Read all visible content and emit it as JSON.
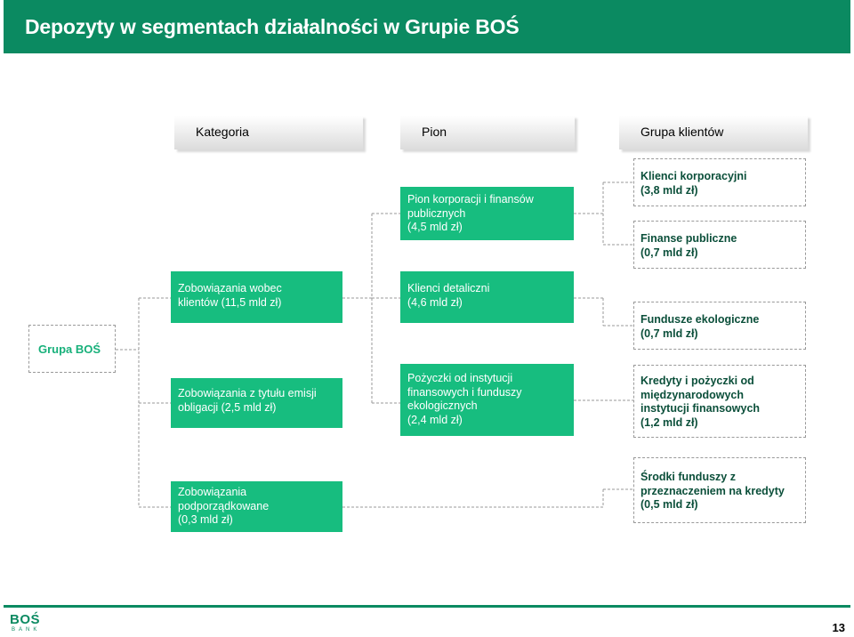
{
  "header": {
    "title": "Depozyty w segmentach działalności w Grupie BOŚ"
  },
  "columns": {
    "kategoria": "Kategoria",
    "pion": "Pion",
    "grupa": "Grupa klientów"
  },
  "root": {
    "label": "Grupa BOŚ"
  },
  "kategoria": [
    "Zobowiązania wobec\nklientów (11,5 mld zł)",
    "Zobowiązania z tytułu emisji\nobligacji (2,5 mld zł)",
    "Zobowiązania\npodporządkowane\n(0,3 mld zł)"
  ],
  "pion": [
    "Pion korporacji i finansów\npublicznych\n(4,5 mld zł)",
    "Klienci detaliczni\n(4,6 mld zł)",
    "Pożyczki od instytucji\nfinansowych i funduszy\nekologicznych\n(2,4 mld zł)"
  ],
  "grupa": [
    "Klienci korporacyjni\n(3,8 mld zł)",
    "Finanse publiczne\n(0,7 mld zł)",
    "Fundusze ekologiczne\n(0,7 mld zł)",
    "Kredyty i pożyczki od\nmiędzynarodowych\ninstytucji finansowych\n(1,2 mld zł)",
    "Środki funduszy z\nprzeznaczeniem na kredyty\n(0,5 mld zł)"
  ],
  "footer": {
    "logo": "BOŚ",
    "logo_sub": "BANK",
    "page": "13"
  },
  "colors": {
    "brand": "#0b8a61",
    "box": "#17bd7f"
  }
}
